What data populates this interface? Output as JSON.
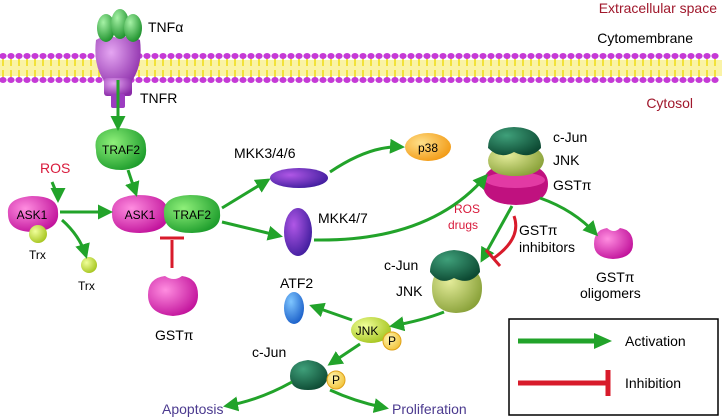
{
  "regions": {
    "extracellular": "Extracellular space",
    "membrane": "Cytomembrane",
    "cytosol": "Cytosol"
  },
  "labels": {
    "tnfa": "TNFα",
    "tnfr": "TNFR",
    "traf2_top": "TRAF2",
    "ros_left": "ROS",
    "ask1_left": "ASK1",
    "trx_bound": "Trx",
    "trx_free": "Trx",
    "ask1_complex": "ASK1",
    "traf2_complex": "TRAF2",
    "gst_left": "GSTπ",
    "mkk346": "MKK3/4/6",
    "p38": "p38",
    "mkk47": "MKK4/7",
    "atf2": "ATF2",
    "cjun_top": "c-Jun",
    "jnk_top": "JNK",
    "gst_top": "GSTπ",
    "ros_drugs_1": "ROS",
    "ros_drugs_2": "drugs",
    "gst_inhib_1": "GSTπ",
    "gst_inhib_2": "inhibitors",
    "cjun_mid": "c-Jun",
    "jnk_mid": "JNK",
    "gst_olig_1": "GSTπ",
    "gst_olig_2": "oligomers",
    "jnk_p": "JNK",
    "p_jnk": "P",
    "cjun_bottom": "c-Jun",
    "p_cjun": "P",
    "apoptosis": "Apoptosis",
    "proliferation": "Proliferation"
  },
  "legend": {
    "activation": "Activation",
    "inhibition": "Inhibition"
  },
  "colors": {
    "activation_arrow": "#22a32a",
    "inhibition": "#d81b2b",
    "membrane_head": "#c53ad6",
    "membrane_tail": "#f2e23a",
    "region_text": "#a0182c"
  }
}
